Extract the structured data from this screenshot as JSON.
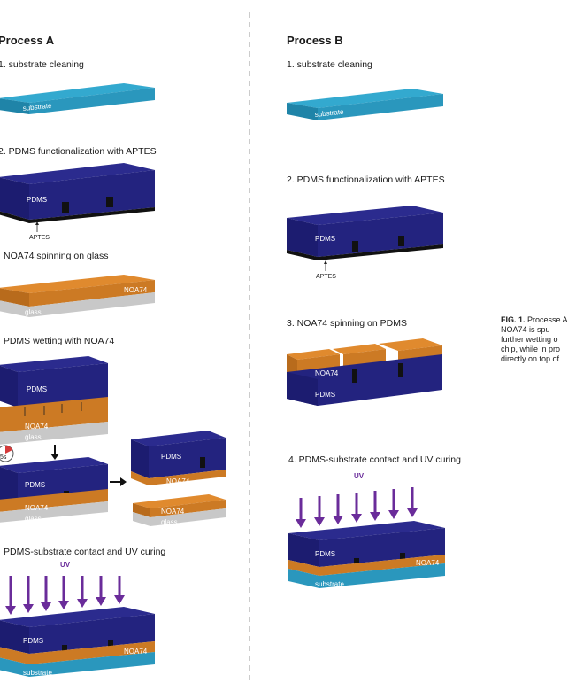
{
  "processA": {
    "title": "Process A",
    "step1": "1. substrate cleaning",
    "step2": "2. PDMS functionalization with APTES",
    "step3": "NOA74 spinning on glass",
    "step4": ". PDMS wetting with NOA74",
    "step5": "PDMS-substrate contact and UV curing"
  },
  "processB": {
    "title": "Process B",
    "step1": "1. substrate cleaning",
    "step2": "2. PDMS functionalization with APTES",
    "step3": "3. NOA74 spinning on PDMS",
    "step4": "4. PDMS-substrate contact and UV curing"
  },
  "labels": {
    "substrate": "substrate",
    "pdms": "PDMS",
    "aptes": "APTES",
    "noa74": "NOA74",
    "glass": "glass",
    "uv": "UV",
    "timer": "5s"
  },
  "caption": {
    "fig": "FIG. 1.",
    "text": "Processe A, NOA74 is spu further wetting o chip, while in pro directly on top of"
  },
  "colors": {
    "substrate_top": "#33a9cf",
    "substrate_side": "#1f84a8",
    "pdms_top": "#2b2b8e",
    "pdms_side": "#1c1c70",
    "noa_top": "#e08a2e",
    "noa_side": "#b86b1c",
    "glass": "#c8c8c8",
    "uv_arrow": "#6a2c9a",
    "divider": "#aaaaaa"
  }
}
